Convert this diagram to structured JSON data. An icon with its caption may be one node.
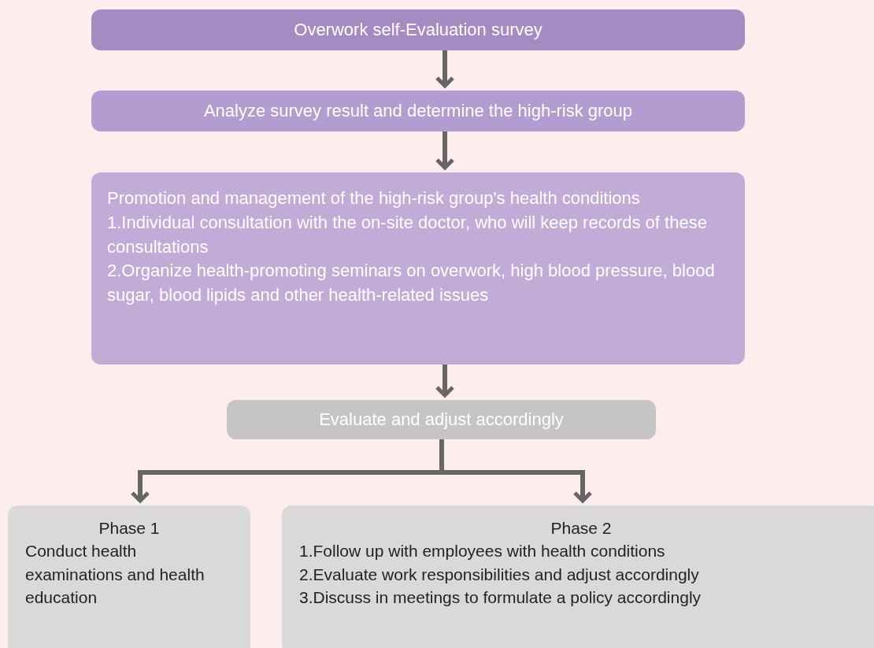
{
  "diagram": {
    "nodes": [
      {
        "text": [
          "Overwork self-Evaluation survey"
        ]
      },
      {
        "text": [
          "Analyze survey result and determine the high-risk group"
        ]
      },
      {
        "text": [
          "Promotion and management of the high-risk group's health conditions",
          "1.Individual consultation with the on-site doctor, who will keep records of these consultations",
          "2.Organize health-promoting seminars on overwork, high blood pressure, blood sugar, blood lipids and other health-related issues"
        ]
      },
      {
        "text": [
          "Evaluate and adjust accordingly"
        ]
      },
      {
        "text": [
          "Phase 1",
          "Conduct health examinations and health education"
        ]
      },
      {
        "text": [
          "Phase 2",
          "1.Follow up with employees with health conditions",
          "2.Evaluate work responsibilities and adjust accordingly",
          "3.Discuss in meetings to formulate a policy accordingly"
        ]
      }
    ],
    "edges": [
      {
        "from": 0,
        "to": 1,
        "arrow": "to"
      },
      {
        "from": 1,
        "to": 2,
        "arrow": "to"
      },
      {
        "from": 2,
        "to": 3,
        "arrow": "to"
      },
      {
        "from": 3,
        "to": 4,
        "arrow": "to"
      },
      {
        "from": 3,
        "to": 5,
        "arrow": "to"
      }
    ]
  }
}
